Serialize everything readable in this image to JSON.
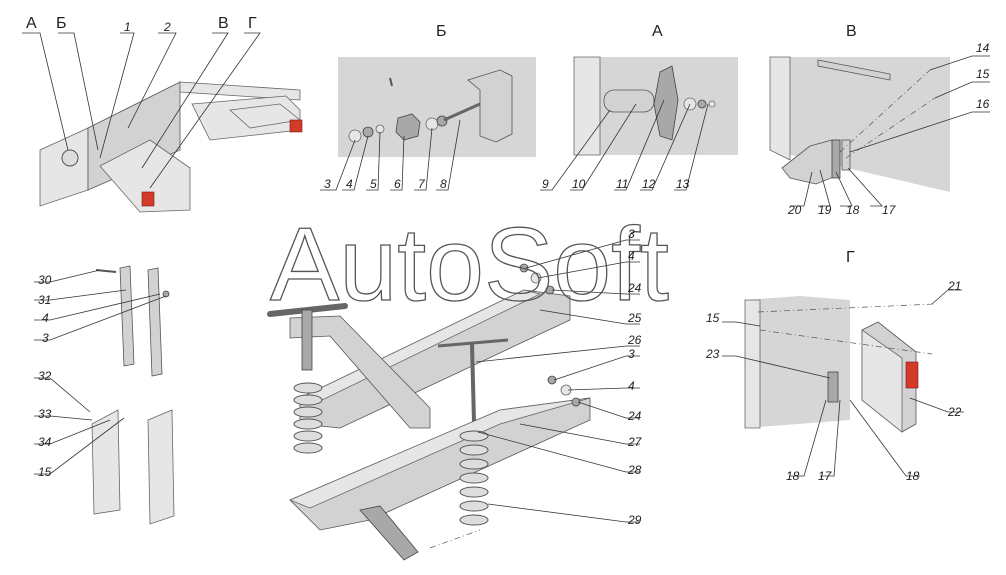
{
  "views": {
    "A": "А",
    "B": "Б",
    "V": "В",
    "G": "Г"
  },
  "watermark": "AutoSoft",
  "callouts": {
    "n1": "1",
    "n2": "2",
    "n3": "3",
    "n4": "4",
    "n5": "5",
    "n6": "6",
    "n7": "7",
    "n8": "8",
    "n9": "9",
    "n10": "10",
    "n11": "11",
    "n12": "12",
    "n13": "13",
    "n14": "14",
    "n15": "15",
    "n16": "16",
    "n17": "17",
    "n18": "18",
    "n19": "19",
    "n20": "20",
    "n21": "21",
    "n22": "22",
    "n23": "23",
    "n24": "24",
    "n25": "25",
    "n26": "26",
    "n27": "27",
    "n28": "28",
    "n29": "29",
    "n30": "30",
    "n31": "31",
    "n32": "32",
    "n33": "33",
    "n34": "34"
  },
  "colors": {
    "panel": "#d6d6d6",
    "metal": "#d2d2d2",
    "lamp": "#d33a2a"
  }
}
